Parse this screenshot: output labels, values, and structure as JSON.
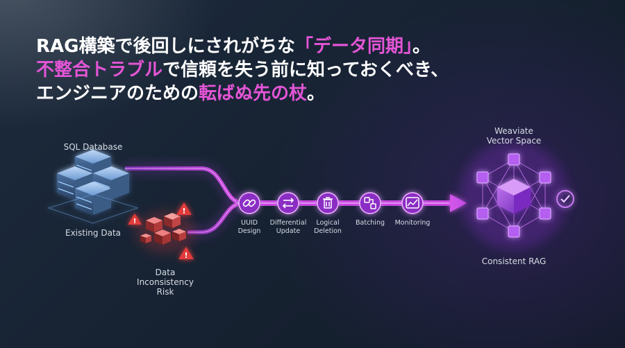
{
  "headline": {
    "line1": {
      "text": "RAG構築で後回しにされがちな",
      "accent": "「データ同期」",
      "tail": "。"
    },
    "line2": {
      "accent": "不整合トラブル",
      "text": "で信頼を失う前に知っておくべき、"
    },
    "line3": {
      "text": "エンジニアのための",
      "accent": "転ばぬ先の杖",
      "tail": "。"
    }
  },
  "source": {
    "title": "SQL Database",
    "caption": "Existing Data"
  },
  "risk": {
    "line1": "Data",
    "line2": "Inconsistency",
    "line3": "Risk"
  },
  "steps": [
    {
      "icon": "link-icon",
      "line1": "UUID",
      "line2": "Design"
    },
    {
      "icon": "swap-arrows-icon",
      "line1": "Differential",
      "line2": "Update"
    },
    {
      "icon": "trash-icon",
      "line1": "Logical",
      "line2": "Deletion"
    },
    {
      "icon": "batch-icon",
      "line1": "Batching",
      "line2": ""
    },
    {
      "icon": "chart-line-icon",
      "line1": "Monitoring",
      "line2": ""
    }
  ],
  "target": {
    "title_line1": "Weaviate",
    "title_line2": "Vector Space",
    "caption": "Consistent RAG"
  },
  "colors": {
    "accent": "#e455d6",
    "flow": "#c845e0",
    "risk": "#e23b3b",
    "db": "#6fa8e8"
  }
}
